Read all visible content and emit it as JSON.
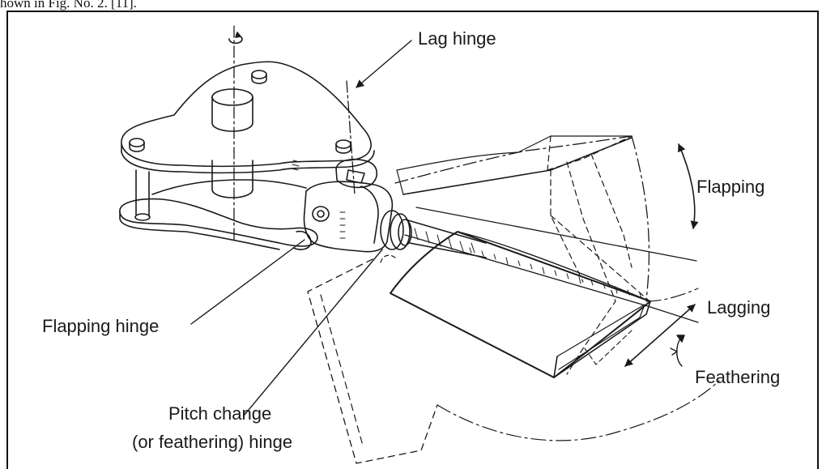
{
  "top_caption": "hown in Fig. No. 2. [11].",
  "labels": {
    "lag_hinge": "Lag hinge",
    "flapping": "Flapping",
    "lagging": "Lagging",
    "feathering": "Feathering",
    "flapping_hinge": "Flapping hinge",
    "pitch_change_line1": "Pitch change",
    "pitch_change_line2": "(or feathering) hinge"
  }
}
